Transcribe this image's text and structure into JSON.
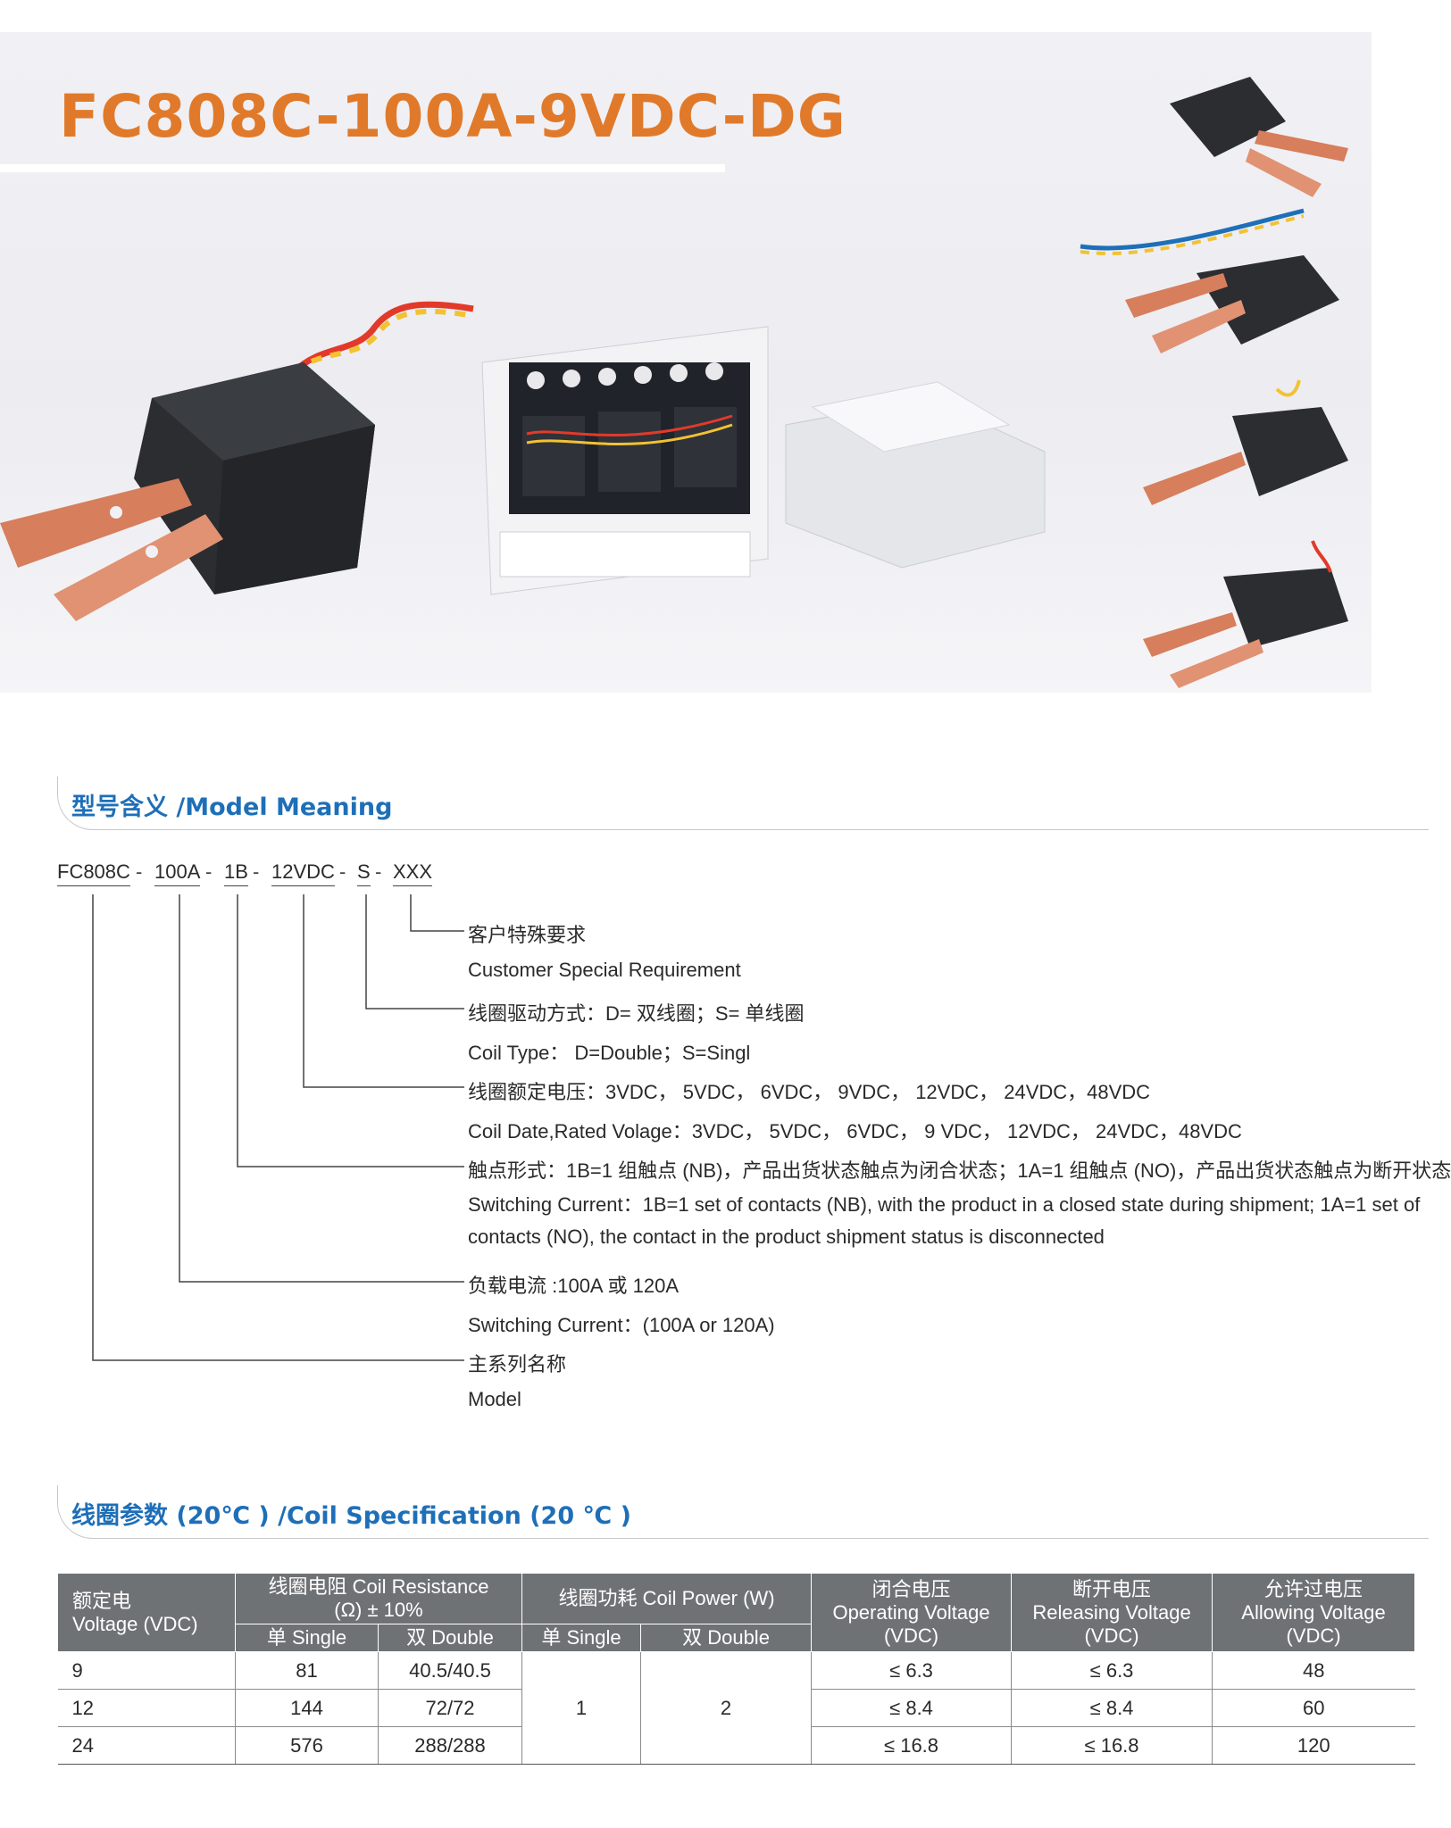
{
  "hero": {
    "title": "FC808C-100A-9VDC-DG",
    "colors": {
      "title": "#e07a2a",
      "relay_body": "#2b2d31",
      "copper": "#d77e5c",
      "accent_blue": "#1e6fb8"
    }
  },
  "model_meaning": {
    "heading": "型号含义 /Model Meaning",
    "code_segments": [
      "FC808C",
      "100A",
      "1B",
      "12VDC",
      "S",
      "XXX"
    ],
    "separator": "-",
    "lines": [
      "客户特殊要求",
      "Customer Special Requirement",
      "线圈驱动方式：D= 双线圈；S= 单线圈",
      "Coil Type： D=Double；S=Singl",
      "线圈额定电压：3VDC， 5VDC， 6VDC， 9VDC， 12VDC， 24VDC，48VDC",
      "Coil Date,Rated Volage：3VDC， 5VDC， 6VDC， 9 VDC， 12VDC， 24VDC，48VDC",
      "触点形式：1B=1 组触点 (NB)，产品出货状态触点为闭合状态；1A=1 组触点 (NO)，产品出货状态触点为断开状态",
      "Switching Current：1B=1 set of contacts (NB), with the product in a closed state during shipment; 1A=1 set of contacts (NO), the contact in the product shipment status is disconnected",
      "负载电流 :100A 或 120A",
      "Switching Current：(100A or 120A)",
      "主系列名称",
      "Model"
    ]
  },
  "coil_spec": {
    "heading": "线圈参数 (20℃ ) /Coil Specification (20 ℃ )",
    "headers": {
      "rated_voltage": "额定电\nVoltage (VDC)",
      "resistance": "线圈电阻 Coil Resistance\n(Ω) ± 10%",
      "power": "线圈功耗 Coil Power (W)",
      "operating": "闭合电压\nOperating Voltage\n(VDC)",
      "releasing": "断开电压\nReleasing Voltage\n(VDC)",
      "allowing": "允许过电压\nAllowing Voltage\n(VDC)",
      "single": "单 Single",
      "double": "双 Double"
    },
    "power_single": "1",
    "power_double": "2",
    "rows": [
      {
        "voltage": "9",
        "res_single": "81",
        "res_double": "40.5/40.5",
        "operating": "≤ 6.3",
        "releasing": "≤ 6.3",
        "allowing": "48"
      },
      {
        "voltage": "12",
        "res_single": "144",
        "res_double": "72/72",
        "operating": "≤ 8.4",
        "releasing": "≤ 8.4",
        "allowing": "60"
      },
      {
        "voltage": "24",
        "res_single": "576",
        "res_double": "288/288",
        "operating": "≤ 16.8",
        "releasing": "≤ 16.8",
        "allowing": "120"
      }
    ]
  }
}
